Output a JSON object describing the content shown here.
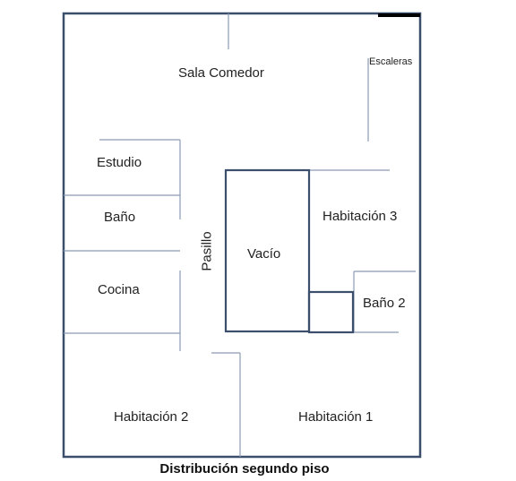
{
  "rooms": {
    "sala_comedor": "Sala Comedor",
    "escaleras": "Escaleras",
    "estudio": "Estudio",
    "bano": "Baño",
    "cocina": "Cocina",
    "pasillo": "Pasillo",
    "vacio": "Vacío",
    "habitacion_3": "Habitación 3",
    "bano_2": "Baño 2",
    "habitacion_2": "Habitación 2",
    "habitacion_1": "Habitación 1"
  },
  "caption": "Distribución segundo piso",
  "colors": {
    "outer_wall": "#3b4e6b",
    "inner_wall": "#8a9bb2",
    "void_outline": "#3b4e6b",
    "entrance_marker": "#000000"
  }
}
